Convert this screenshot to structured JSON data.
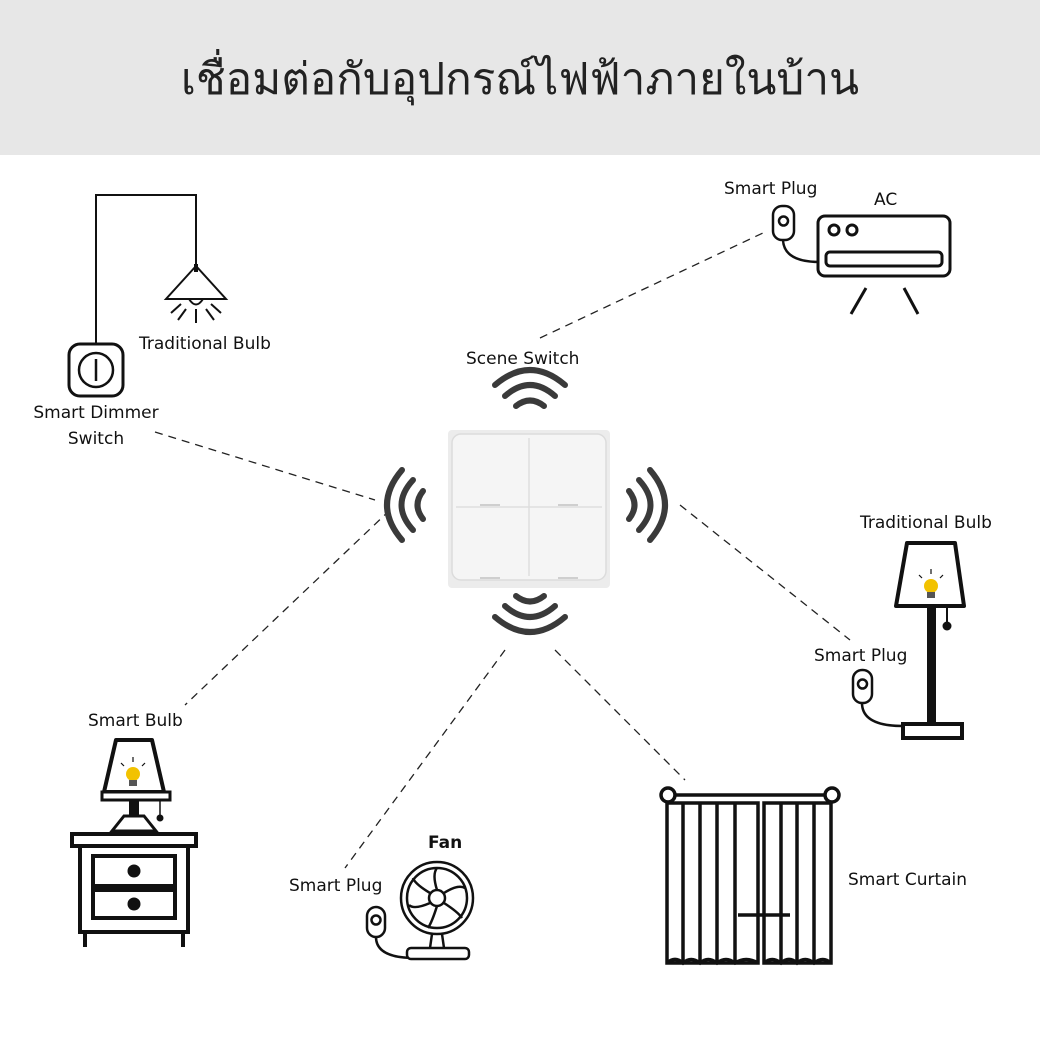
{
  "title": "เชื่อมต่อกับอุปกรณ์ไฟฟ้าภายในบ้าน",
  "colors": {
    "banner": "#e7e7e7",
    "line": "#111111",
    "wave": "#3a3a3a",
    "bulb_glow": "#f2c200",
    "switch_face": "#f3f3f3"
  },
  "hub": {
    "label": "Scene Switch",
    "icon": "four-gang-scene-switch"
  },
  "devices": {
    "dimmer": {
      "switch_label_line1": "Smart Dimmer",
      "switch_label_line2": "Switch",
      "bulb_label": "Traditional Bulb"
    },
    "ac": {
      "plug_label": "Smart Plug",
      "device_label": "AC"
    },
    "floor_lamp": {
      "device_label": "Traditional Bulb",
      "plug_label": "Smart Plug"
    },
    "table_lamp": {
      "device_label": "Smart Bulb"
    },
    "fan": {
      "plug_label": "Smart Plug",
      "device_label": "Fan"
    },
    "curtain": {
      "device_label": "Smart Curtain"
    }
  }
}
